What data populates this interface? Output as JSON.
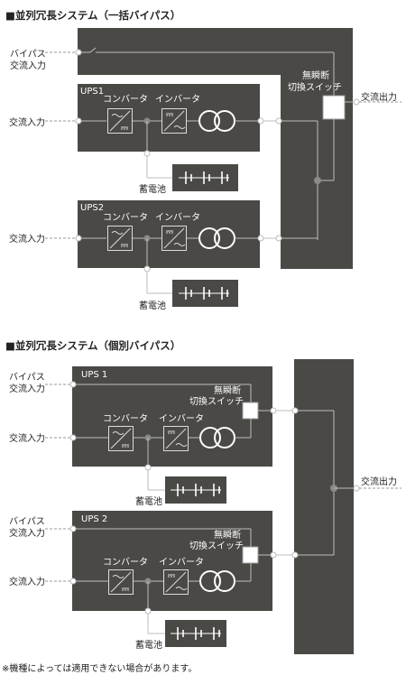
{
  "diagram1": {
    "title": "■並列冗長システム（一括バイパス）",
    "bypass_input": "バイパス",
    "bypass_input_2": "交流入力",
    "ups1_label": "UPS1",
    "ups2_label": "UPS2",
    "converter": "コンバータ",
    "inverter": "インバータ",
    "ac_input": "交流入力",
    "battery": "蓄電池",
    "switch_label_1": "無瞬断",
    "switch_label_2": "切換スイッチ",
    "ac_output": "交流出力"
  },
  "diagram2": {
    "title": "■並列冗長システム（個別バイパス）",
    "bypass_input": "バイパス",
    "bypass_input_2": "交流入力",
    "ups1_label": "UPS 1",
    "ups2_label": "UPS 2",
    "converter": "コンバータ",
    "inverter": "インバータ",
    "ac_input": "交流入力",
    "battery": "蓄電池",
    "switch_label_1": "無瞬断",
    "switch_label_2": "切換スイッチ",
    "ac_output": "交流出力"
  },
  "footnote": "※機種によっては適用できない場合があります。",
  "colors": {
    "panel": "#4a4946",
    "wire": "#bdbdbd",
    "text": "#222222"
  }
}
